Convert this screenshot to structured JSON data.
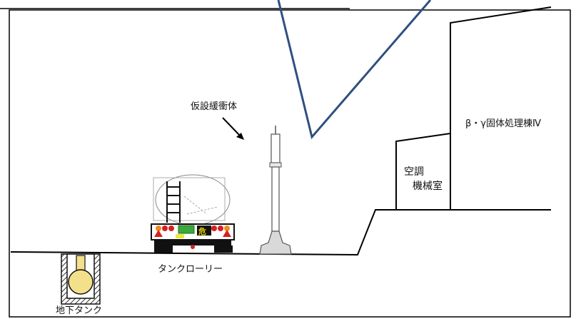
{
  "labels": {
    "buffer": "仮設緩衝体",
    "building": "β・γ固体処理棟Ⅳ",
    "machine_room_line1": "空調",
    "machine_room_line2": "機械室",
    "tank_lorry": "タンクローリー",
    "underground_tank": "地下タンク",
    "lorry_hazard_mark": "危"
  },
  "colors": {
    "callout_stroke": "#2f4f7f",
    "frame": "#000000",
    "placard_green": "#3aa83a",
    "placard_yellow": "#e8e84a",
    "lamp_orange": "#f08a1c",
    "lamp_red": "#d62020",
    "tank_yellow": "#f3e08a",
    "tank_hatch": "#333333"
  }
}
